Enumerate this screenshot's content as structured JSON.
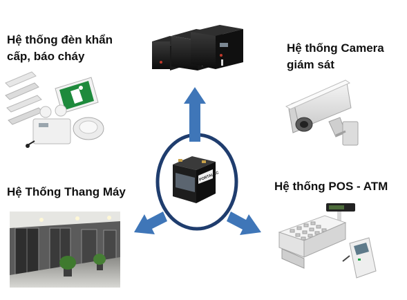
{
  "labels": {
    "emergency_lighting": "Hệ thống đèn khẩn\ncấp, báo cháy",
    "camera": "Hệ thống  Camera\ngiám sát",
    "elevator": "Hệ Thống Thang Máy",
    "pos_atm": "Hệ thống POS - ATM"
  },
  "center_battery": {
    "brand_text": "PORTALAC"
  },
  "colors": {
    "arrow_blue": "#3f76b8",
    "ellipse_navy": "#1f3d6e",
    "label_text": "#111111"
  }
}
